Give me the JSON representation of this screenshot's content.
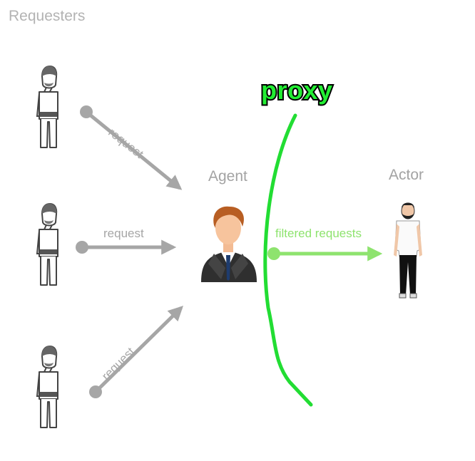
{
  "title": "Requesters",
  "labels": {
    "agent": "Agent",
    "actor": "Actor",
    "proxy": "proxy",
    "request_top": "request",
    "request_middle": "request",
    "request_bottom": "request",
    "filtered": "filtered requests"
  },
  "colors": {
    "grey_arrow": "#a6a6a6",
    "green_arrow": "#8ee36e",
    "proxy_line": "#22dd33",
    "proxy_text": "#22ee33"
  },
  "icons": {
    "requester": "requester-icon",
    "agent": "businessman-icon",
    "actor": "man-icon"
  }
}
